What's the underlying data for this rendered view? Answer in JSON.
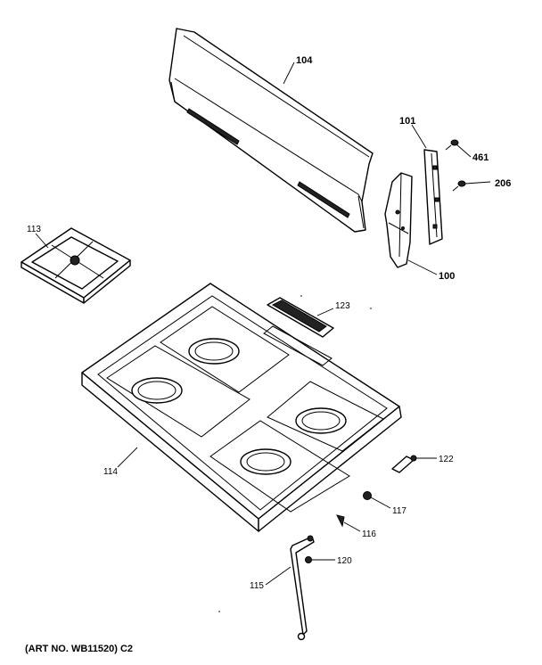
{
  "labels": {
    "backsplash": "104",
    "bracket_right": "101",
    "screw_461": "461",
    "screw_206": "206",
    "bracket_left": "100",
    "grate": "113",
    "vent_trim": "123",
    "cooktop": "114",
    "part_122": "122",
    "part_117": "117",
    "part_116": "116",
    "part_120": "120",
    "rod_115": "115"
  },
  "footer": "(ART NO. WB11520) C2"
}
